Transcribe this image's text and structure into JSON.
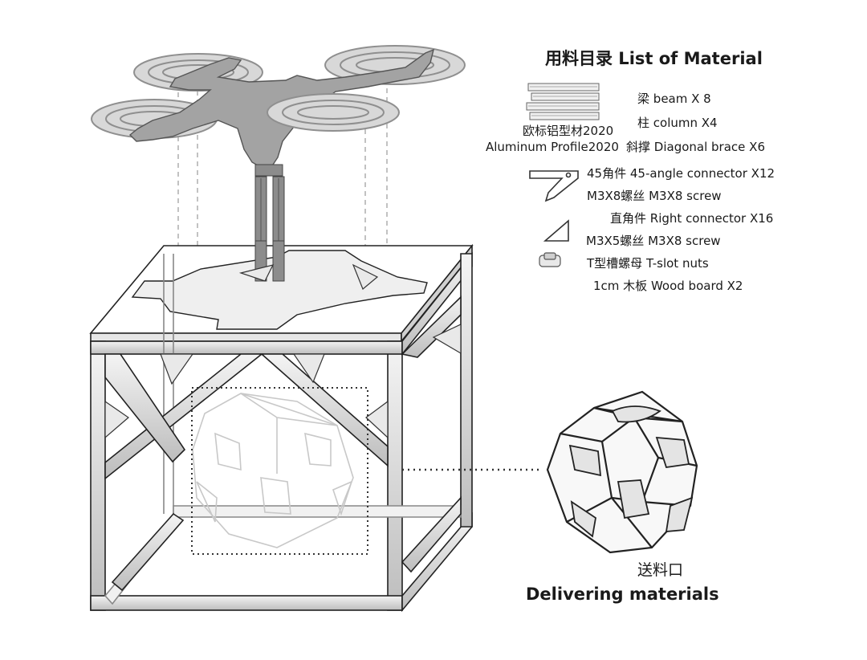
{
  "material_list": {
    "title": "用料目录 List of Material",
    "profile_cn": "欧标铝型材2020",
    "profile_en": "Aluminum Profile2020",
    "items": [
      {
        "cn": "梁",
        "en": "beam X 8"
      },
      {
        "cn": "柱",
        "en": "column X4"
      },
      {
        "cn": "斜撑",
        "en": "Diagonal brace X6"
      },
      {
        "cn": "45角件",
        "en": "45-angle connector X12"
      },
      {
        "cn": "M3X8螺丝",
        "en": "M3X8 screw"
      },
      {
        "cn": "直角件",
        "en": "Right connector X16"
      },
      {
        "cn": "M3X5螺丝",
        "en": "M3X8 screw"
      },
      {
        "cn": "T型槽螺母",
        "en": "T-slot nuts"
      },
      {
        "cn": "1cm 木板",
        "en": "Wood board X2"
      }
    ]
  },
  "delivery": {
    "cn": "送料口",
    "en": "Delivering materials"
  },
  "colors": {
    "drone_fill": "#9a9a9a",
    "propeller_fill": "#cfcfcf",
    "line": "#222222",
    "ghost": "#c8c8c8"
  }
}
